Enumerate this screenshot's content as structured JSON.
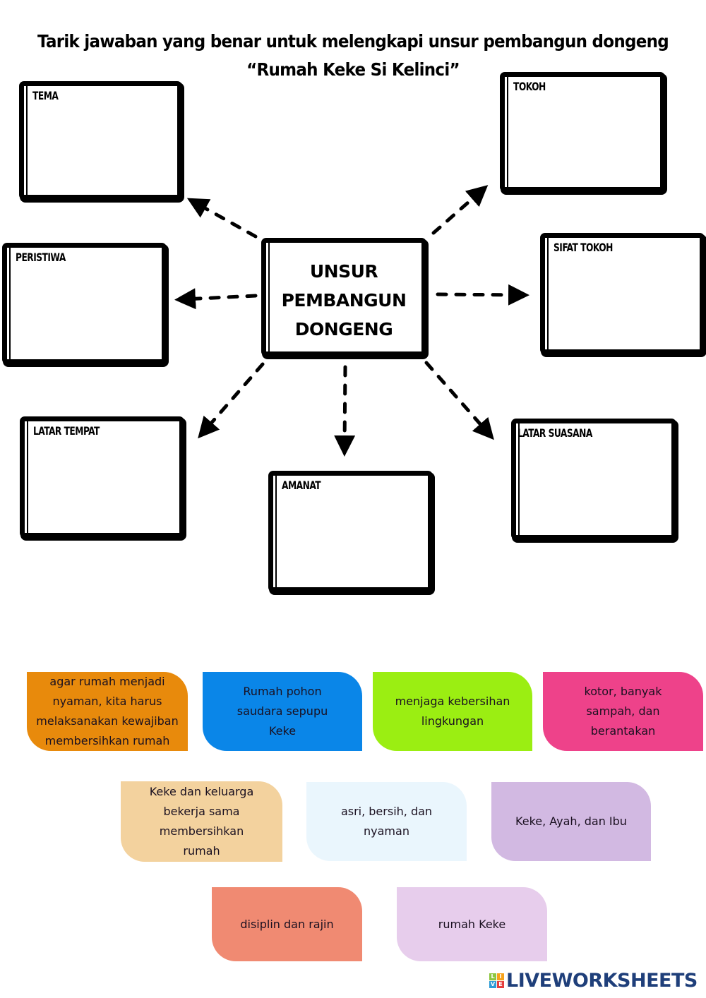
{
  "header": {
    "instruction": "Tarik jawaban yang benar untuk melengkapi unsur pembangun dongeng",
    "story_title": "“Rumah Keke Si Kelinci”"
  },
  "diagram": {
    "center": {
      "lines": [
        "UNSUR",
        "PEMBANGUN",
        "DONGENG"
      ]
    },
    "boxes": [
      {
        "id": "tema",
        "label": "TEMA"
      },
      {
        "id": "tokoh",
        "label": "TOKOH"
      },
      {
        "id": "peristiwa",
        "label": "PERISTIWA"
      },
      {
        "id": "sifat_tokoh",
        "label": "SIFAT TOKOH"
      },
      {
        "id": "latar_tempat",
        "label": "LATAR TEMPAT"
      },
      {
        "id": "amanat",
        "label": "AMANAT"
      },
      {
        "id": "latar_suasana",
        "label": "LATAR SUASANA"
      }
    ]
  },
  "answer_cards": [
    {
      "lines": [
        "agar rumah menjadi",
        "nyaman, kita harus",
        "melaksanakan kewajiban",
        "membersihkan rumah"
      ],
      "color": "#E88A0C"
    },
    {
      "lines": [
        "Rumah pohon",
        "saudara sepupu",
        "Keke"
      ],
      "color": "#0A86E8"
    },
    {
      "lines": [
        "menjaga kebersihan",
        "lingkungan"
      ],
      "color": "#9BEE12"
    },
    {
      "lines": [
        "kotor, banyak",
        "sampah, dan",
        "berantakan"
      ],
      "color": "#EE428A"
    },
    {
      "lines": [
        "Keke dan keluarga",
        "bekerja sama",
        "membersihkan",
        "rumah"
      ],
      "color": "#F3D29E"
    },
    {
      "lines": [
        "asri, bersih, dan",
        "nyaman"
      ],
      "color": "#EAF6FD"
    },
    {
      "lines": [
        "Keke, Ayah, dan Ibu"
      ],
      "color": "#D2B9E2"
    },
    {
      "lines": [
        "disiplin dan rajin"
      ],
      "color": "#F08A72"
    },
    {
      "lines": [
        "rumah Keke"
      ],
      "color": "#E7CDEC"
    }
  ],
  "footer": {
    "logo_tiles": [
      "L",
      "I",
      "V",
      "E"
    ],
    "logo_tile_colors": [
      "#8DC63F",
      "#F7A21B",
      "#2E9BD6",
      "#E53E3E"
    ],
    "brand": "LIVEWORKSHEETS",
    "brand_color": "#1F3F7A"
  }
}
